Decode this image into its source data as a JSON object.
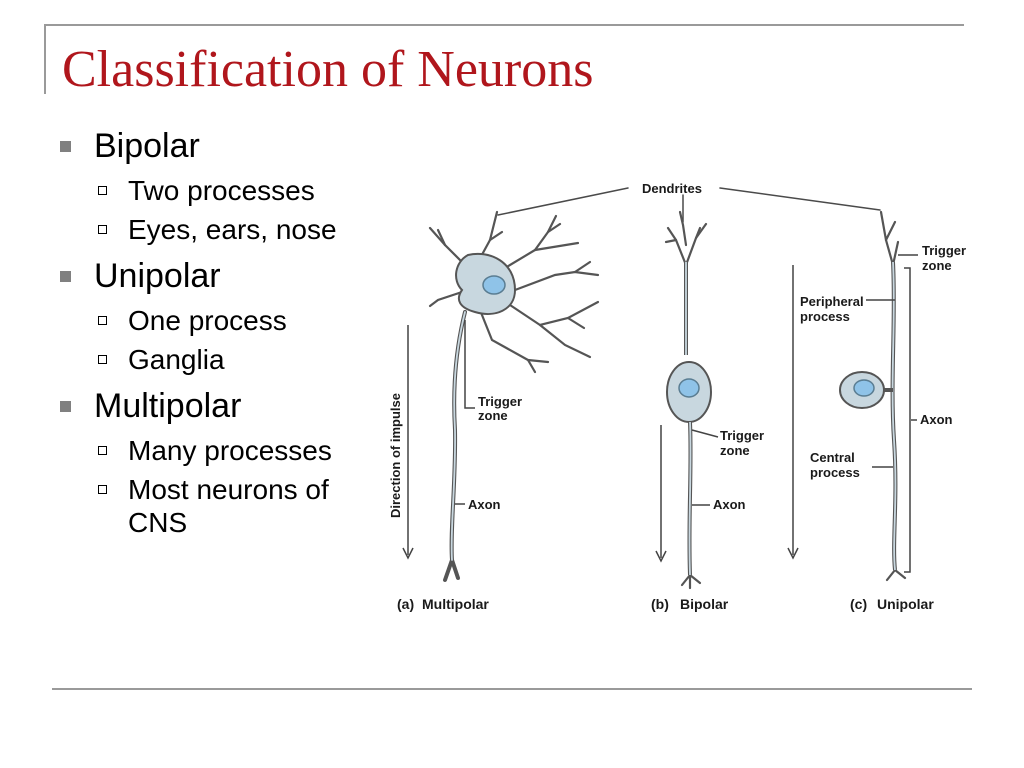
{
  "slide": {
    "title": "Classification of Neurons",
    "bullets": [
      {
        "label": "Bipolar",
        "sub": [
          "Two processes",
          "Eyes, ears, nose"
        ]
      },
      {
        "label": "Unipolar",
        "sub": [
          "One process",
          "Ganglia"
        ]
      },
      {
        "label": "Multipolar",
        "sub": [
          "Many processes",
          "Most neurons of CNS"
        ]
      }
    ]
  },
  "figure": {
    "labels": {
      "dendrites": "Dendrites",
      "trigger_a_1": "Trigger",
      "trigger_a_2": "zone",
      "trigger_b_1": "Trigger",
      "trigger_b_2": "zone",
      "trigger_c_1": "Trigger",
      "trigger_c_2": "zone",
      "axon_a": "Axon",
      "axon_b": "Axon",
      "axon_c": "Axon",
      "peripheral_1": "Peripheral",
      "peripheral_2": "process",
      "central_1": "Central",
      "central_2": "process",
      "direction": "Direction of impulse"
    },
    "captions": {
      "a_letter": "(a)",
      "a_name": "Multipolar",
      "b_letter": "(b)",
      "b_name": "Bipolar",
      "c_letter": "(c)",
      "c_name": "Unipolar"
    },
    "colors": {
      "cell_fill": "#c8d7df",
      "nucleus": "#8fc3e8",
      "outline": "#555555"
    }
  }
}
